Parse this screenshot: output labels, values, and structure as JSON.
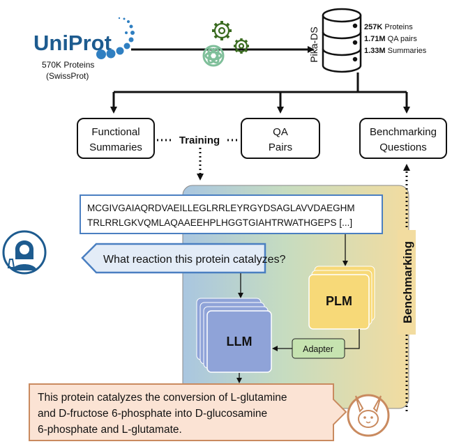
{
  "uniprot": {
    "logo_text": "UniProt",
    "count": "570K Proteins",
    "source": "(SwissProt)"
  },
  "database": {
    "name": "Pika-DS",
    "stats": [
      {
        "value": "257K",
        "label": " Proteins"
      },
      {
        "value": "1.71M",
        "label": " QA pairs"
      },
      {
        "value": "1.33M",
        "label": " Summaries"
      }
    ]
  },
  "boxes": {
    "functional_summaries": [
      "Functional",
      "Summaries"
    ],
    "qa_pairs": [
      "QA",
      "Pairs"
    ],
    "benchmarking_questions": [
      "Benchmarking",
      "Questions"
    ]
  },
  "labels": {
    "training": "Training",
    "benchmarking": "Benchmarking"
  },
  "sequence": {
    "line1": "MCGIVGAIAQRDVAEILLEGLRRLEYRGYDSAGLAVVDAEGHM",
    "line2": "TRLRRLGKVQMLAQAAEEHPLHGGTGIAHTRWATHGEPS [...]"
  },
  "question": "What reaction this protein catalyzes?",
  "models": {
    "plm": "PLM",
    "llm": "LLM",
    "adapter": "Adapter"
  },
  "answer": {
    "line1": "This protein catalyzes the conversion of L-glutamine",
    "line2": "and D-fructose 6-phosphate into D-glucosamine",
    "line3": "6-phosphate and L-glutamate."
  },
  "colors": {
    "uniprot_blue": "#1d5b8f",
    "sequence_border": "#4a7fc1",
    "plm_fill": "#f7d978",
    "llm_fill": "#8fa3d8",
    "adapter_fill": "#c6e3b0",
    "answer_fill": "#fbe3d4",
    "answer_border": "#c98a5f"
  }
}
